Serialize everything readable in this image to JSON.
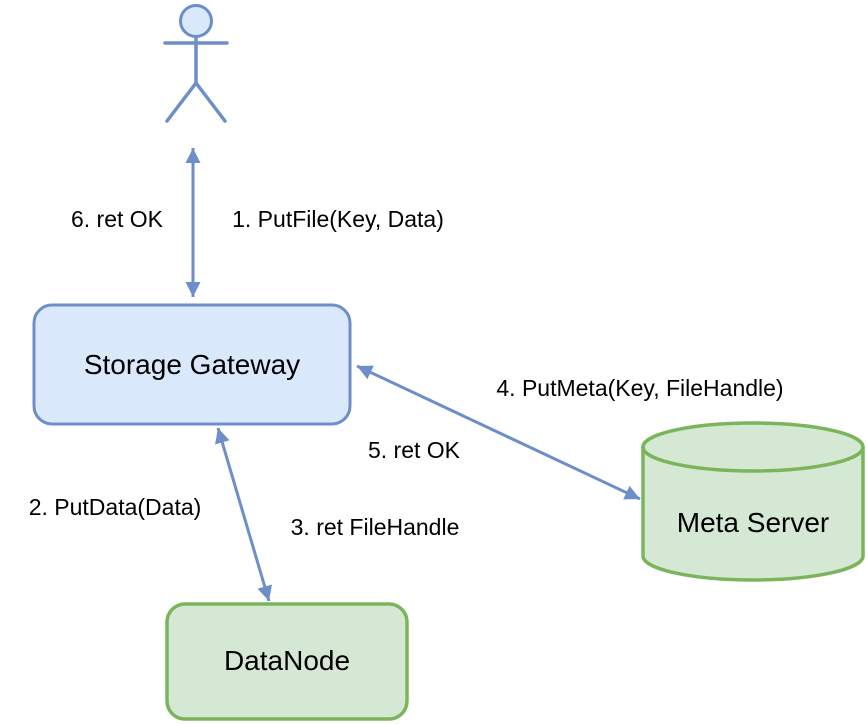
{
  "diagram": {
    "nodes": {
      "storage_gateway": {
        "label": "Storage Gateway"
      },
      "meta_server": {
        "label": "Meta Server"
      },
      "data_node": {
        "label": "DataNode"
      }
    },
    "edges": {
      "user_gateway": {
        "request": "1. PutFile(Key, Data)",
        "response": "6. ret OK"
      },
      "gateway_datanode": {
        "request": "2. PutData(Data)",
        "response": "3. ret FileHandle"
      },
      "gateway_metaserver": {
        "request": "4. PutMeta(Key, FileHandle)",
        "response": "5. ret OK"
      }
    },
    "colors": {
      "background": "#ffffff",
      "blue_fill": "#dae8fc",
      "blue_stroke": "#6d8ec9",
      "green_fill": "#d5e8d4",
      "green_stroke": "#7ab55c",
      "label_text": "#000000"
    }
  }
}
